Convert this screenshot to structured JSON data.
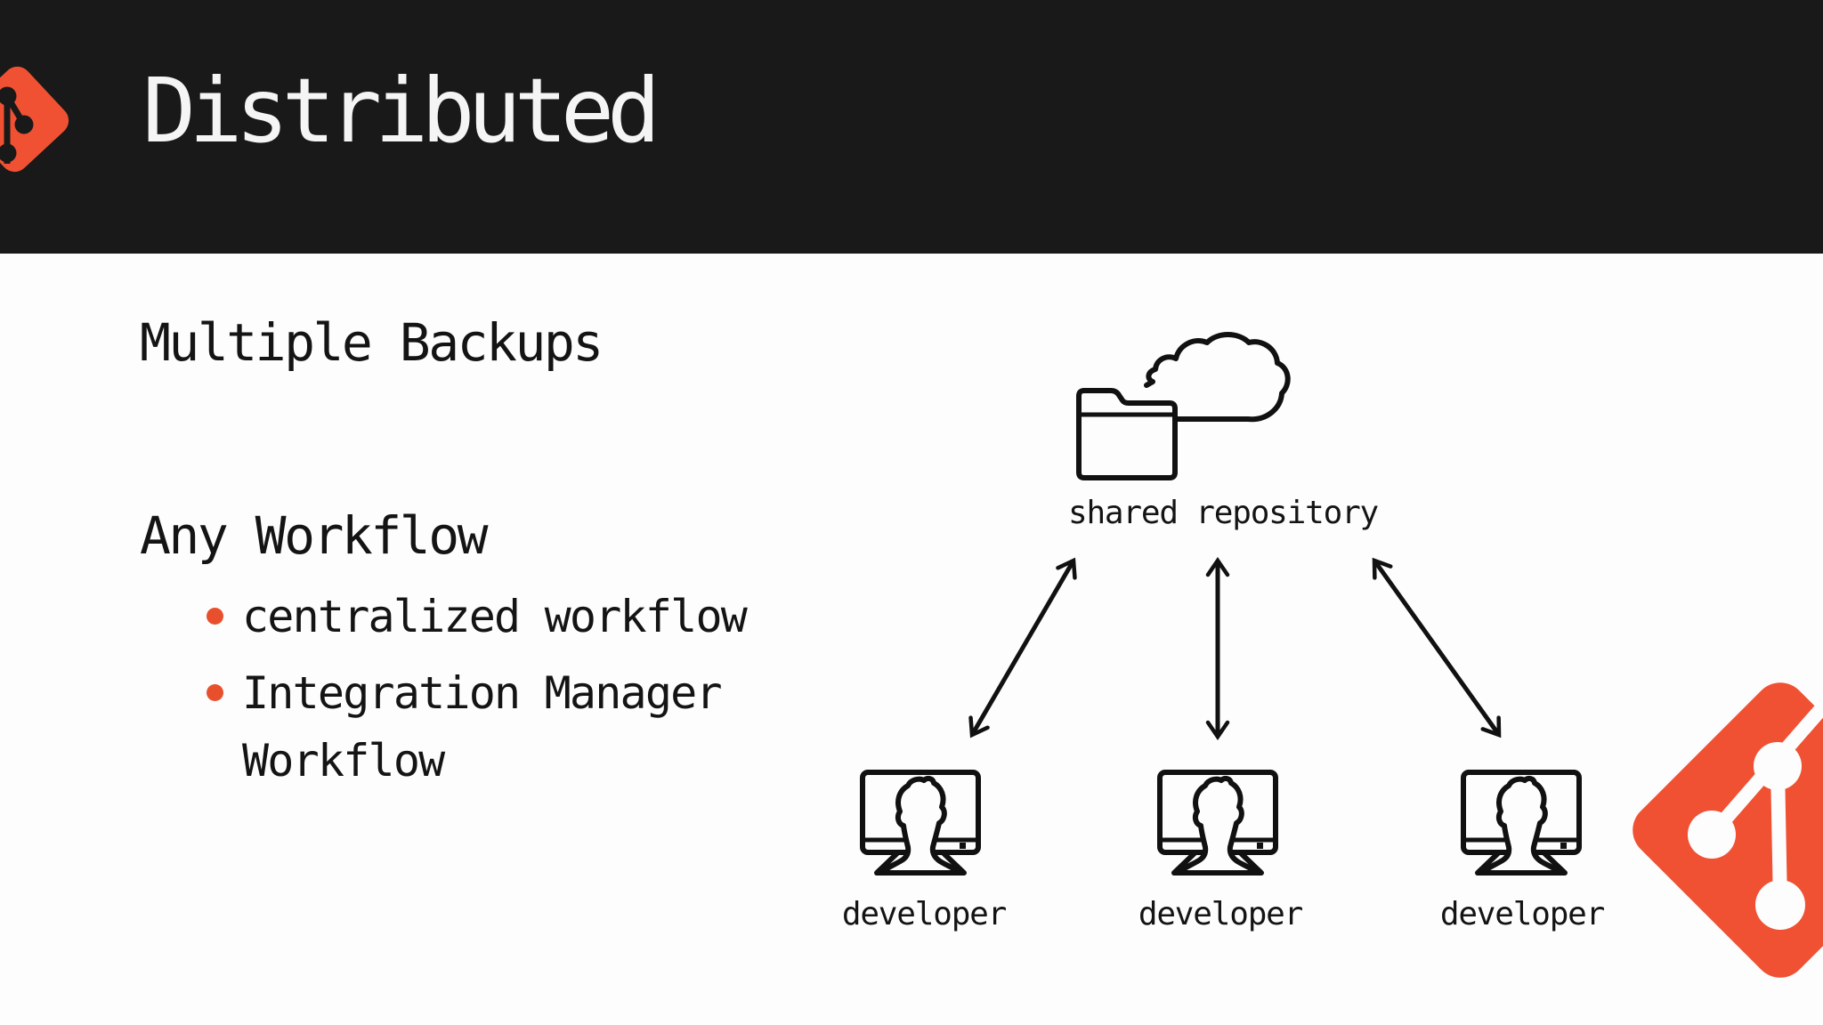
{
  "slide": {
    "title": "Distributed"
  },
  "content": {
    "heading_backups": "Multiple Backups",
    "heading_workflow": "Any Workflow",
    "bullets": [
      "centralized workflow",
      "Integration Manager Workflow"
    ]
  },
  "diagram": {
    "repository_label": "shared repository",
    "developer_labels": [
      "developer",
      "developer",
      "developer"
    ],
    "icons": [
      "git-logo-icon",
      "folder-icon",
      "cloud-icon",
      "monitor-user-icon",
      "double-arrow-icon"
    ]
  },
  "colors": {
    "git_orange": "#F05133",
    "bullet_orange": "#E8502D",
    "header_background": "#191919",
    "ink": "#111111",
    "title_text": "#F5F5F5"
  }
}
